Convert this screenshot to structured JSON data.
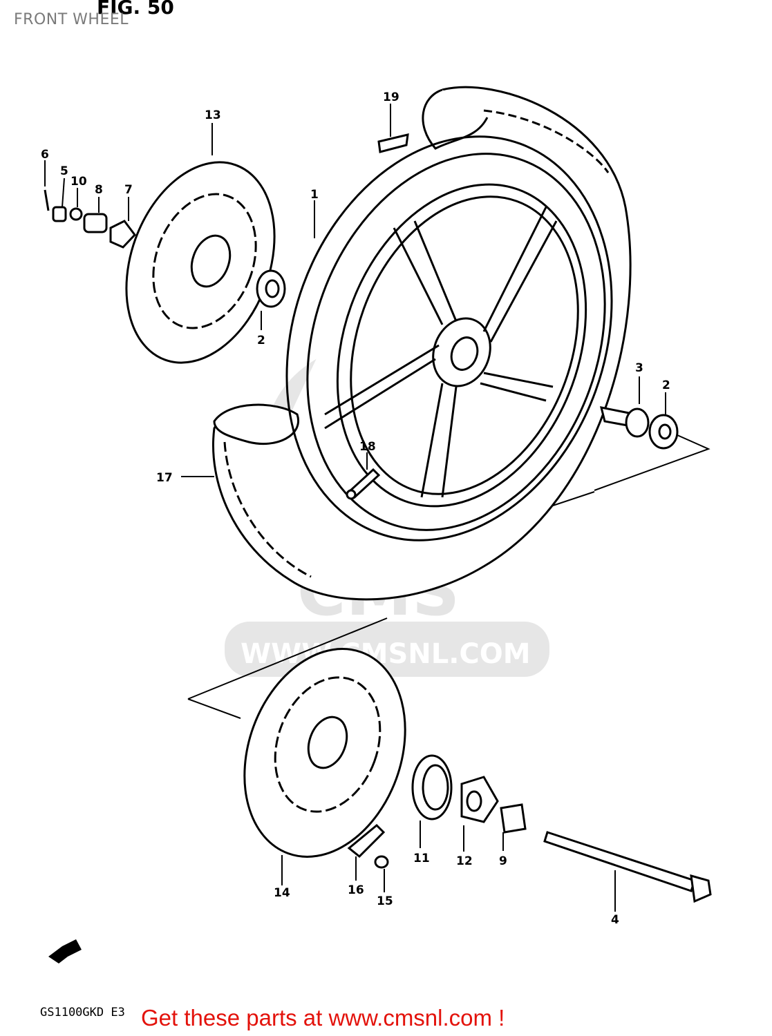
{
  "header": {
    "title": "FRONT WHEEL"
  },
  "figure": {
    "label": "FIG. 50"
  },
  "model_code": "GS1100GKD E3",
  "promo_text": "Get these parts at www.cmsnl.com !",
  "watermark": {
    "brand": "CMS",
    "url": "WWW.CMSNL.COM"
  },
  "direction_arrow": {
    "label": "FWD",
    "icon": "fwd-arrow-icon"
  },
  "callouts": [
    "1",
    "2",
    "2",
    "3",
    "4",
    "5",
    "6",
    "7",
    "8",
    "9",
    "10",
    "11",
    "12",
    "13",
    "14",
    "15",
    "16",
    "17",
    "18",
    "19"
  ],
  "colors": {
    "ink": "#000000",
    "promo": "#e3120b",
    "title": "#7a7a7a",
    "watermark": "#e4e4e4"
  }
}
